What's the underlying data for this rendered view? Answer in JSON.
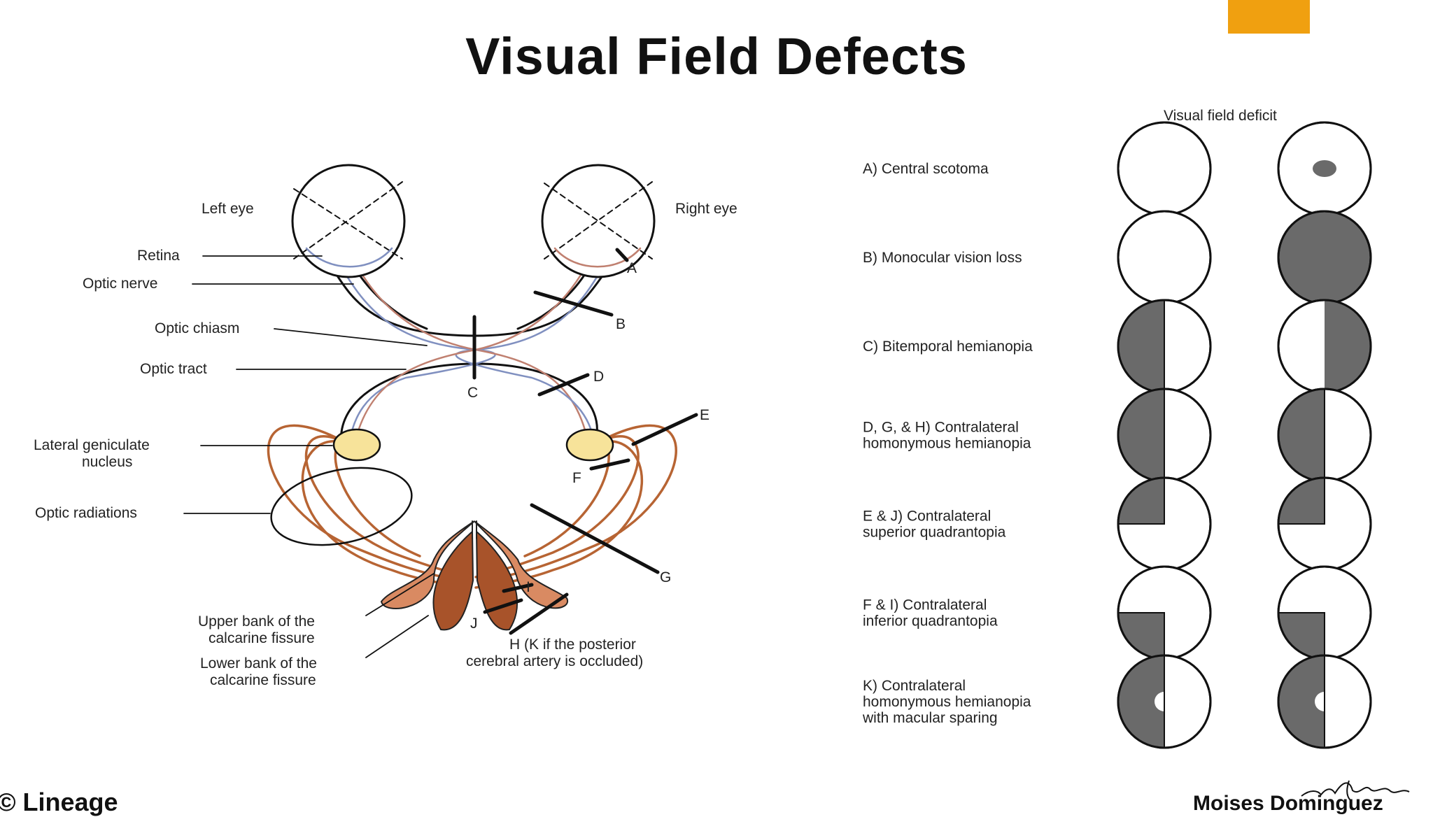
{
  "title": "Visual Field Defects",
  "colors": {
    "accent": "#f0a010",
    "deficit": "#6a6a6a",
    "radiation": "#b0541e",
    "nerve_blue": "#8090c0",
    "nerve_red": "#c08070",
    "lgn": "#f7e39a",
    "cortex": "#a8532a"
  },
  "anatomy": {
    "left_eye": "Left eye",
    "right_eye": "Right eye",
    "retina": "Retina",
    "optic_nerve": "Optic nerve",
    "optic_chiasm": "Optic chiasm",
    "optic_tract": "Optic tract",
    "lgn_line1": "Lateral geniculate",
    "lgn_line2": "nucleus",
    "optic_radiations": "Optic radiations",
    "upper_bank_line1": "Upper bank of the",
    "upper_bank_line2": "calcarine fissure",
    "lower_bank_line1": "Lower bank of the",
    "lower_bank_line2": "calcarine fissure",
    "h_note_line1": "H (K if the posterior",
    "h_note_line2": "cerebral artery is occluded)"
  },
  "lesions": {
    "a": "A",
    "b": "B",
    "c": "C",
    "d": "D",
    "e": "E",
    "f": "F",
    "g": "G",
    "i": "I",
    "j": "J"
  },
  "deficits": {
    "header": "Visual field deficit",
    "rows": [
      {
        "lines": [
          "A) Central scotoma"
        ],
        "left": "clear",
        "right": "central-dot"
      },
      {
        "lines": [
          "B) Monocular vision loss"
        ],
        "left": "clear",
        "right": "full"
      },
      {
        "lines": [
          "C) Bitemporal hemianopia"
        ],
        "left": "left-half",
        "right": "right-half"
      },
      {
        "lines": [
          "D, G, & H) Contralateral",
          "homonymous hemianopia"
        ],
        "left": "left-half",
        "right": "left-half"
      },
      {
        "lines": [
          "E & J) Contralateral",
          "superior quadrantopia"
        ],
        "left": "upper-left-quarter",
        "right": "upper-left-quarter"
      },
      {
        "lines": [
          "F & I) Contralateral",
          "inferior quadrantopia"
        ],
        "left": "lower-left-quarter",
        "right": "lower-left-quarter"
      },
      {
        "lines": [
          "K) Contralateral",
          "homonymous hemianopia",
          "with macular sparing"
        ],
        "left": "left-half-spared",
        "right": "left-half-spared"
      }
    ]
  },
  "footer": {
    "left": "© Lineage",
    "right": "Moises Dominguez",
    "signature_icon": "handwritten-signature"
  }
}
